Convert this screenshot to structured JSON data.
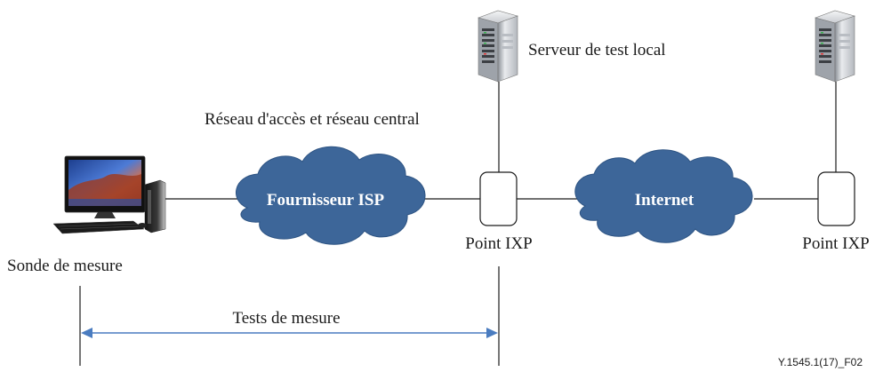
{
  "labels": {
    "local_server": "Serveur de test local",
    "access_network": "Réseau d'accès et réseau central",
    "probe": "Sonde de mesure",
    "ixp_left": "Point IXP",
    "ixp_right": "Point IXP",
    "tests": "Tests de mesure",
    "reference": "Y.1545.1(17)_F02"
  },
  "clouds": {
    "isp": "Fournisseur ISP",
    "internet": "Internet"
  },
  "colors": {
    "cloud_fill": "#3d6699",
    "cloud_stroke": "#2e5483",
    "arrow": "#4a7cc0",
    "line": "#1a1a1a"
  },
  "icons": {
    "probe": "desktop-computer-icon",
    "local_server": "server-tower-icon",
    "remote_server": "server-tower-icon"
  }
}
